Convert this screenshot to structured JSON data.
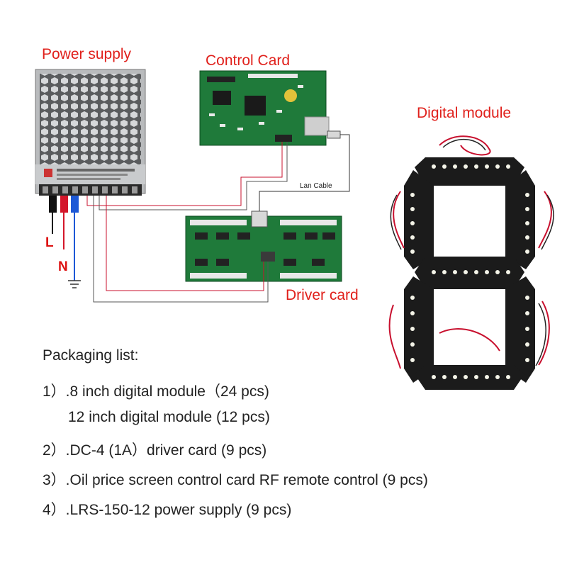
{
  "labels": {
    "power_supply": "Power supply",
    "control_card": "Control Card",
    "digital_module": "Digital module",
    "driver_card": "Driver card",
    "lan_cable": "Lan Cable",
    "live": "L",
    "neutral": "N"
  },
  "packaging": {
    "title": "Packaging list:",
    "items": [
      "1）.8 inch digital module（24 pcs)",
      "12 inch digital module (12 pcs)",
      "2）.DC-4 (1A）driver card (9 pcs)",
      "3）.Oil price screen control card RF remote control (9 pcs)",
      "4）.LRS-150-12 power supply (9 pcs)"
    ]
  },
  "colors": {
    "label_red": "#e0201b",
    "pcb_green": "#1f7a3a",
    "psu_metal": "#a9abad",
    "wire_red": "#c8102e",
    "module_black": "#1b1b1b"
  }
}
